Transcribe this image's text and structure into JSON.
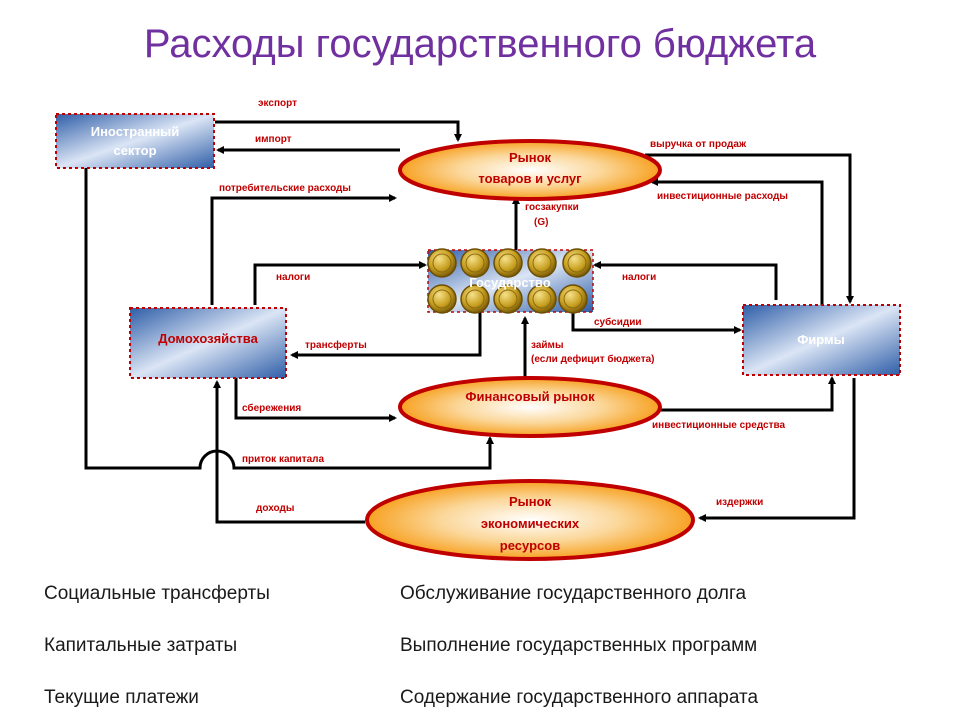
{
  "title": "Расходы государственного бюджета",
  "nodes": {
    "foreign": {
      "line1": "Иностранный",
      "line2": "сектор"
    },
    "goods_market": {
      "line1": "Рынок",
      "line2": "товаров и услуг"
    },
    "government": {
      "label": "Государство"
    },
    "households": {
      "label": "Домохозяйства"
    },
    "firms": {
      "label": "Фирмы"
    },
    "financial_market": {
      "label": "Финансовый рынок"
    },
    "resource_market": {
      "line1": "Рынок",
      "line2": "экономических",
      "line3": "ресурсов"
    }
  },
  "flows": {
    "export": "экспорт",
    "import": "импорт",
    "consumer_spending": "потребительские расходы",
    "sales_revenue": "выручка от продаж",
    "investment_spending": "инвестиционные расходы",
    "gov_purchases_1": "госзакупки",
    "gov_purchases_2": "(G)",
    "taxes_households": "налоги",
    "taxes_firms": "налоги",
    "transfers": "трансферты",
    "subsidies": "субсидии",
    "loans_1": "займы",
    "loans_2": "(если дефицит бюджета)",
    "savings": "сбережения",
    "investment_funds": "инвестиционные средства",
    "capital_inflow": "приток капитала",
    "income": "доходы",
    "costs": "издержки"
  },
  "items": {
    "left": [
      "Социальные трансферты",
      "Капитальные затраты",
      "Текущие платежи"
    ],
    "right": [
      "Обслуживание государственного долга",
      "Выполнение государственных программ",
      "Содержание государственного аппарата"
    ]
  },
  "colors": {
    "title": "#7030a0",
    "label": "#c00000",
    "ellipse_border": "#c00000",
    "ellipse_fill": "#f7a223",
    "box_fill": "#4f81bd",
    "coin": "#c8a020"
  }
}
